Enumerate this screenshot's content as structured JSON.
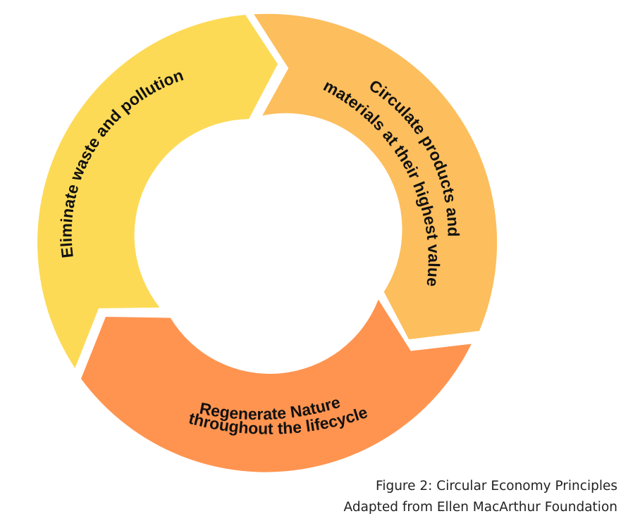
{
  "colors": {
    "eliminate": "#FDDA56",
    "circulate": "#FDBE5D",
    "regenerate": "#FF9450",
    "text": "#111111",
    "background": "#FFFFFF"
  },
  "segments": {
    "eliminate": {
      "line1": "Eliminate waste and pollution"
    },
    "circulate": {
      "line1": "Circulate products and",
      "line2": "materials at their highest value"
    },
    "regenerate": {
      "line1": "Regenerate Nature",
      "line2": "throughout the lifecycle"
    }
  },
  "caption": {
    "line1": "Figure 2: Circular Economy Principles",
    "line2": "Adapted from Ellen MacArthur Foundation"
  }
}
